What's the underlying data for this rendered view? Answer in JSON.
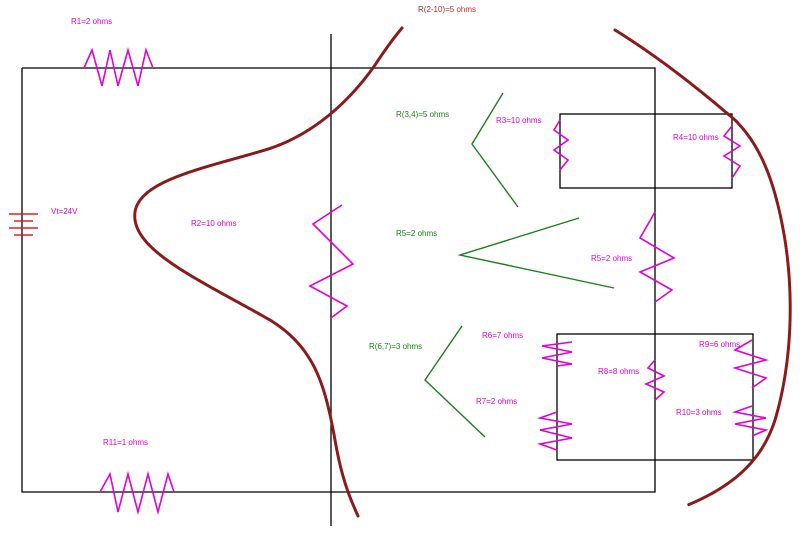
{
  "colors": {
    "wire": "#000000",
    "resistor": "#e000d8",
    "annotation": "#1a7f1a",
    "freehand": "#8b1a1a",
    "battery": "#e02020"
  },
  "labels": {
    "r1": "R1=2 ohms",
    "r2_10": "R(2-10)=5 ohms",
    "r2": "R2=10 ohms",
    "r3_4": "R(3,4)=5 ohms",
    "r3": "R3=10 ohms",
    "r4": "R4=10 ohms",
    "r5_green": "R5=2 ohms",
    "r5": "R5=2 ohms",
    "r6_7": "R(6,7)=3 ohms",
    "r6": "R6=7 ohms",
    "r7": "R7=2 ohms",
    "r8": "R8=8 ohms",
    "r9": "R9=6 ohms",
    "r10": "R10=3 ohms",
    "r11": "R11=1 ohms",
    "vt": "Vt=24V"
  },
  "icons": {
    "battery": "battery-icon",
    "resistor": "resistor-zigzag-icon"
  }
}
